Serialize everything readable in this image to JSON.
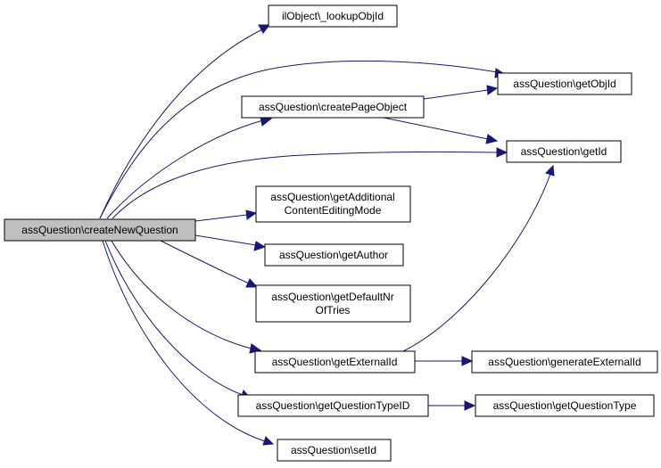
{
  "nodes": {
    "create_new_question": {
      "lines": [
        "assQuestion\\createNewQuestion"
      ]
    },
    "lookup_obj_id": {
      "lines": [
        "ilObject\\_lookupObjId"
      ]
    },
    "create_page_object": {
      "lines": [
        "assQuestion\\createPageObject"
      ]
    },
    "get_obj_id": {
      "lines": [
        "assQuestion\\getObjId"
      ]
    },
    "get_id": {
      "lines": [
        "assQuestion\\getId"
      ]
    },
    "get_additional_content_editing_mode": {
      "lines": [
        "assQuestion\\getAdditional",
        "ContentEditingMode"
      ]
    },
    "get_author": {
      "lines": [
        "assQuestion\\getAuthor"
      ]
    },
    "get_default_nr_of_tries": {
      "lines": [
        "assQuestion\\getDefaultNr",
        "OfTries"
      ]
    },
    "get_external_id": {
      "lines": [
        "assQuestion\\getExternalId"
      ]
    },
    "generate_external_id": {
      "lines": [
        "assQuestion\\generateExternalId"
      ]
    },
    "get_question_type_id": {
      "lines": [
        "assQuestion\\getQuestionTypeID"
      ]
    },
    "get_question_type": {
      "lines": [
        "assQuestion\\getQuestionType"
      ]
    },
    "set_id": {
      "lines": [
        "assQuestion\\setId"
      ]
    }
  },
  "edges": [
    [
      "create_new_question",
      "lookup_obj_id"
    ],
    [
      "create_new_question",
      "get_obj_id"
    ],
    [
      "create_new_question",
      "create_page_object"
    ],
    [
      "create_new_question",
      "get_id"
    ],
    [
      "create_new_question",
      "get_additional_content_editing_mode"
    ],
    [
      "create_new_question",
      "get_author"
    ],
    [
      "create_new_question",
      "get_default_nr_of_tries"
    ],
    [
      "create_new_question",
      "get_external_id"
    ],
    [
      "create_new_question",
      "get_question_type_id"
    ],
    [
      "create_new_question",
      "set_id"
    ],
    [
      "create_page_object",
      "get_obj_id"
    ],
    [
      "create_page_object",
      "get_id"
    ],
    [
      "get_external_id",
      "get_id"
    ],
    [
      "get_external_id",
      "generate_external_id"
    ],
    [
      "get_question_type_id",
      "get_question_type"
    ]
  ],
  "colors": {
    "edge": "#191970",
    "root_fill": "#bfbfbf",
    "node_fill": "#ffffff",
    "node_border": "#000000"
  }
}
